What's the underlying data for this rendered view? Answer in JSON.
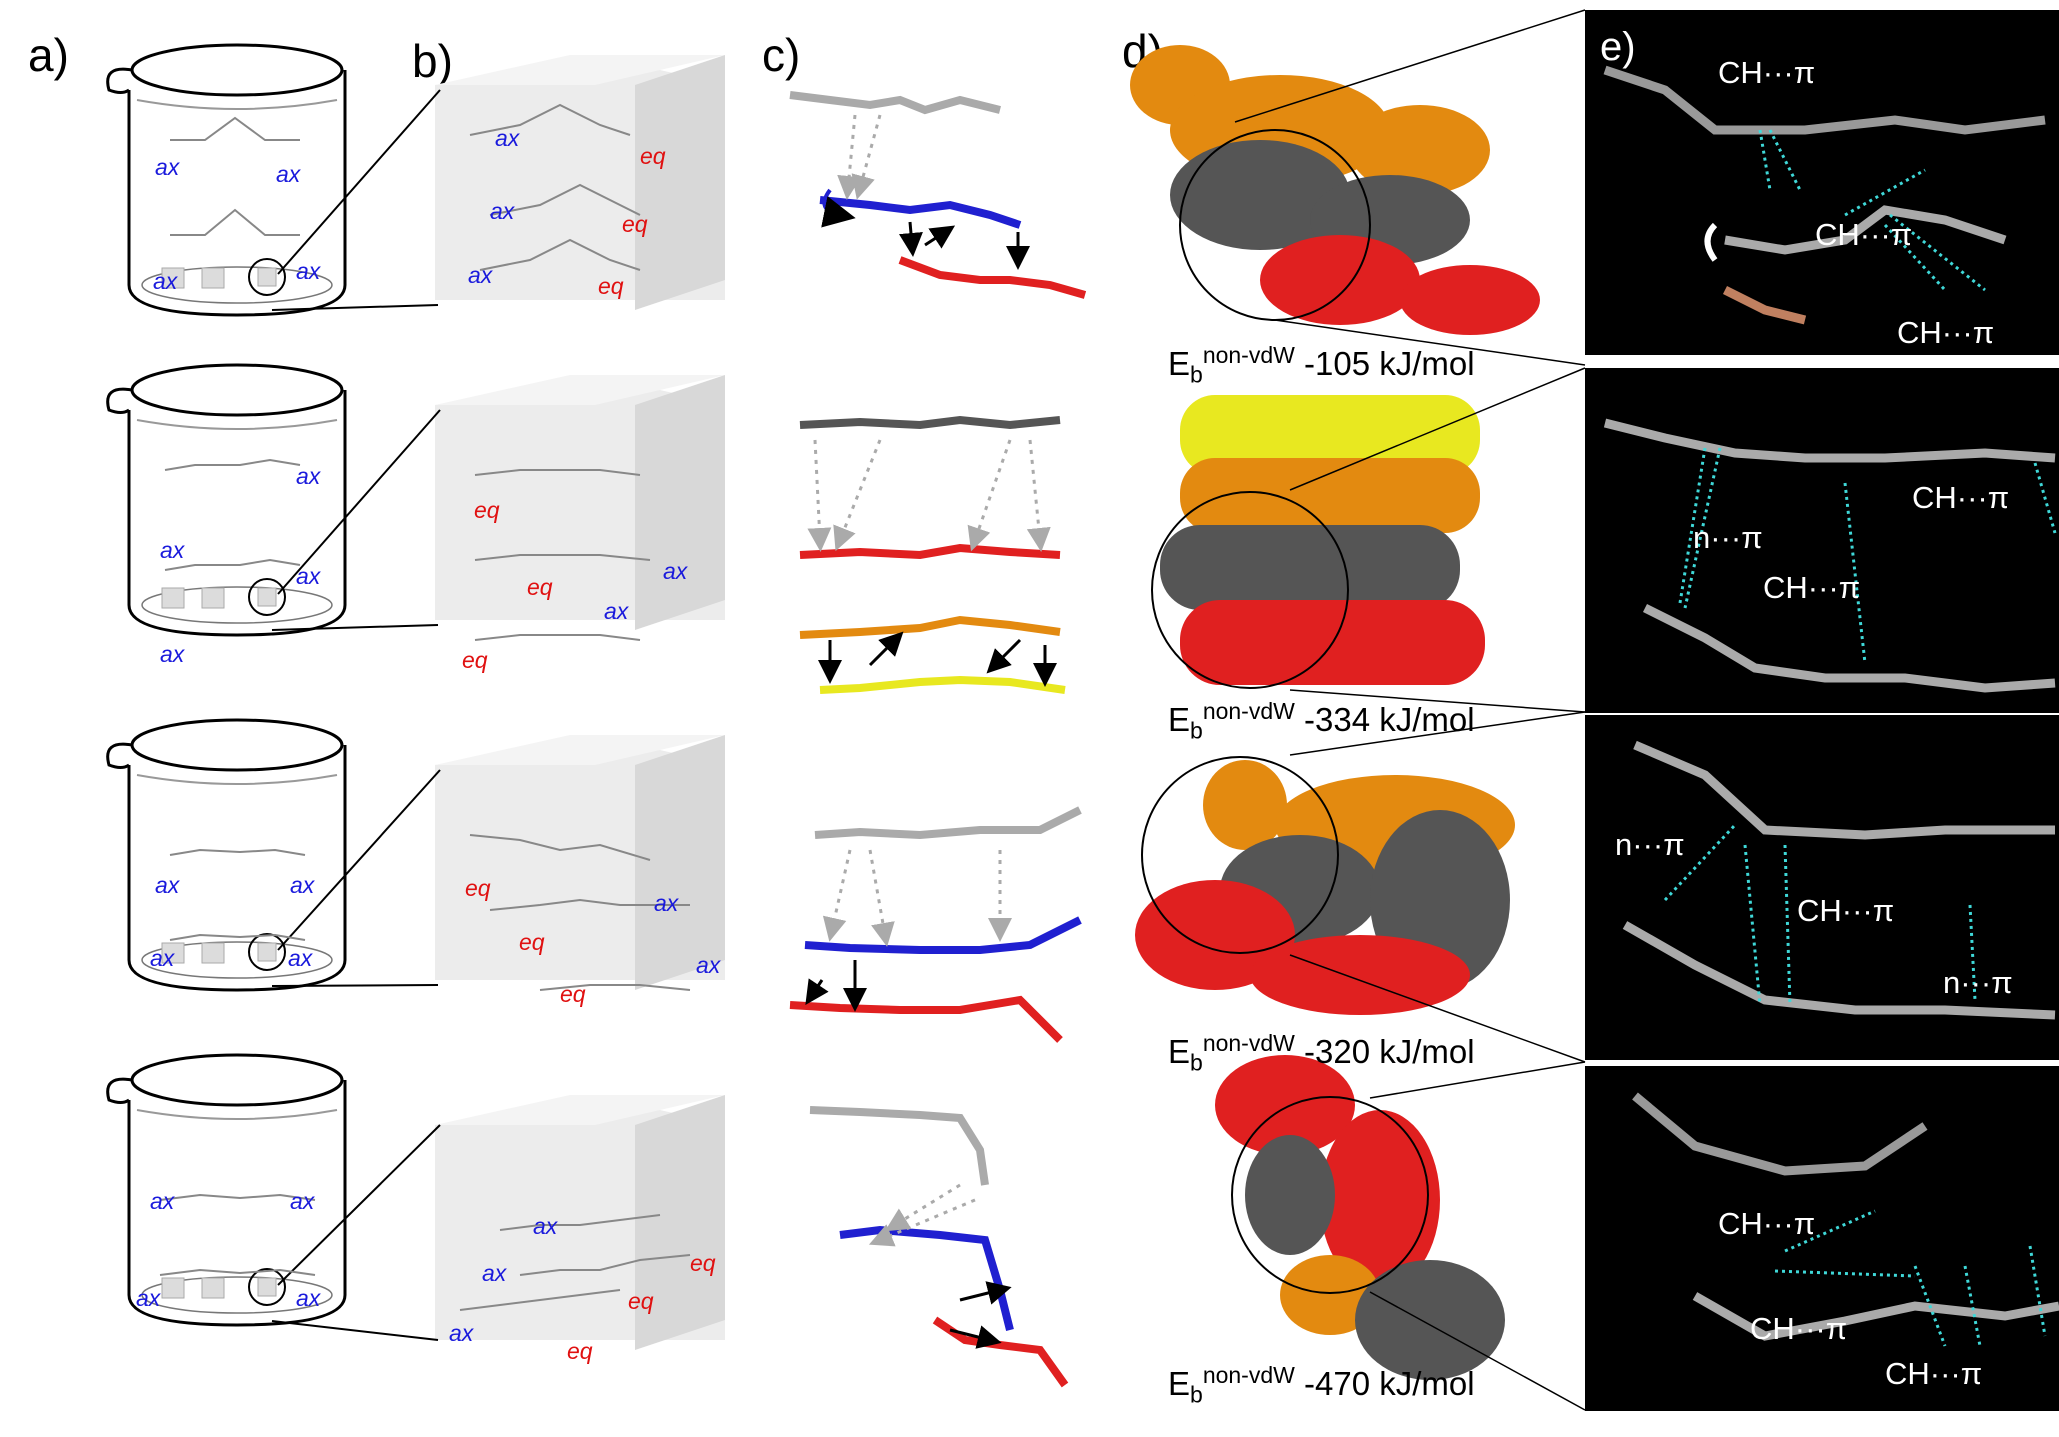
{
  "panel_labels": {
    "a": "a)",
    "b": "b)",
    "c": "c)",
    "d": "d)",
    "e": "e)"
  },
  "conformer_labels": {
    "ax": "ax",
    "eq": "eq"
  },
  "energies": {
    "prefix": "E",
    "sub": "b",
    "sup": "non-vdW",
    "values": [
      "-105 kJ/mol",
      "-334 kJ/mol",
      "-320 kJ/mol",
      "-470 kJ/mol"
    ]
  },
  "interactions": {
    "ch_pi": "CH···π",
    "n_pi": "n···π"
  },
  "colors": {
    "ax": "#1a1adc",
    "eq": "#e01010",
    "grey_molecule": "#a0a0a0",
    "blue_molecule": "#2020d0",
    "red_molecule": "#e02020",
    "orange_molecule": "#e38a10",
    "yellow_molecule": "#e8e820",
    "dark_grey_molecule": "#555555",
    "contact_cyan": "#3fd8d8"
  }
}
